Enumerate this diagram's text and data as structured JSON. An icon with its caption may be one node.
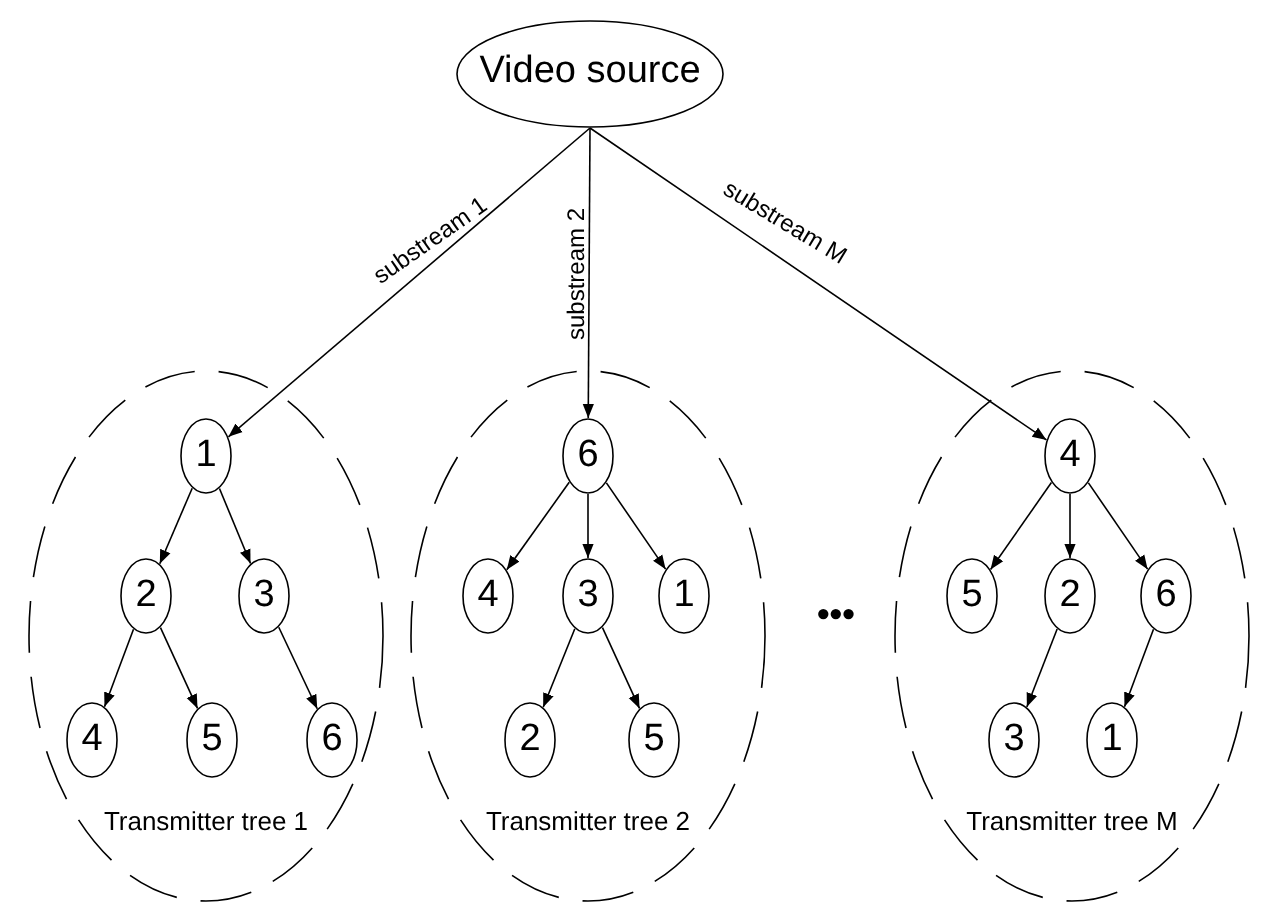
{
  "diagram": {
    "nodes": [
      {
        "text": [
          "Video source"
        ]
      },
      {
        "text": [
          "Transmitter tree 1"
        ]
      },
      {
        "text": [
          "1"
        ],
        "in": 1
      },
      {
        "text": [
          "2"
        ],
        "in": 1
      },
      {
        "text": [
          "3"
        ],
        "in": 1
      },
      {
        "text": [
          "4"
        ],
        "in": 1
      },
      {
        "text": [
          "5"
        ],
        "in": 1
      },
      {
        "text": [
          "6"
        ],
        "in": 1
      },
      {
        "text": [
          "Transmitter tree 2"
        ]
      },
      {
        "text": [
          "6"
        ],
        "in": 8
      },
      {
        "text": [
          "4"
        ],
        "in": 8
      },
      {
        "text": [
          "3"
        ],
        "in": 8
      },
      {
        "text": [
          "1"
        ],
        "in": 8
      },
      {
        "text": [
          "2"
        ],
        "in": 8
      },
      {
        "text": [
          "5"
        ],
        "in": 8
      },
      {
        "text": [
          "Transmitter tree M"
        ]
      },
      {
        "text": [
          "4"
        ],
        "in": 15
      },
      {
        "text": [
          "5"
        ],
        "in": 15
      },
      {
        "text": [
          "2"
        ],
        "in": 15
      },
      {
        "text": [
          "6"
        ],
        "in": 15
      },
      {
        "text": [
          "3"
        ],
        "in": 15
      },
      {
        "text": [
          "1"
        ],
        "in": 15
      }
    ],
    "edges": [
      {
        "from": 0,
        "to": 2,
        "arrow": "to",
        "label": "substream 1"
      },
      {
        "from": 0,
        "to": 9,
        "arrow": "to",
        "label": "substream 2"
      },
      {
        "from": 0,
        "to": 16,
        "arrow": "to",
        "label": "substream M"
      },
      {
        "from": 2,
        "to": 3,
        "arrow": "to"
      },
      {
        "from": 2,
        "to": 4,
        "arrow": "to"
      },
      {
        "from": 3,
        "to": 5,
        "arrow": "to"
      },
      {
        "from": 3,
        "to": 6,
        "arrow": "to"
      },
      {
        "from": 4,
        "to": 7,
        "arrow": "to"
      },
      {
        "from": 9,
        "to": 10,
        "arrow": "to"
      },
      {
        "from": 9,
        "to": 11,
        "arrow": "to"
      },
      {
        "from": 9,
        "to": 12,
        "arrow": "to"
      },
      {
        "from": 11,
        "to": 13,
        "arrow": "to"
      },
      {
        "from": 11,
        "to": 14,
        "arrow": "to"
      },
      {
        "from": 16,
        "to": 17,
        "arrow": "to"
      },
      {
        "from": 16,
        "to": 18,
        "arrow": "to"
      },
      {
        "from": 16,
        "to": 19,
        "arrow": "to"
      },
      {
        "from": 18,
        "to": 20,
        "arrow": "to"
      },
      {
        "from": 19,
        "to": 21,
        "arrow": "to"
      }
    ],
    "labels": [
      "•••"
    ]
  }
}
